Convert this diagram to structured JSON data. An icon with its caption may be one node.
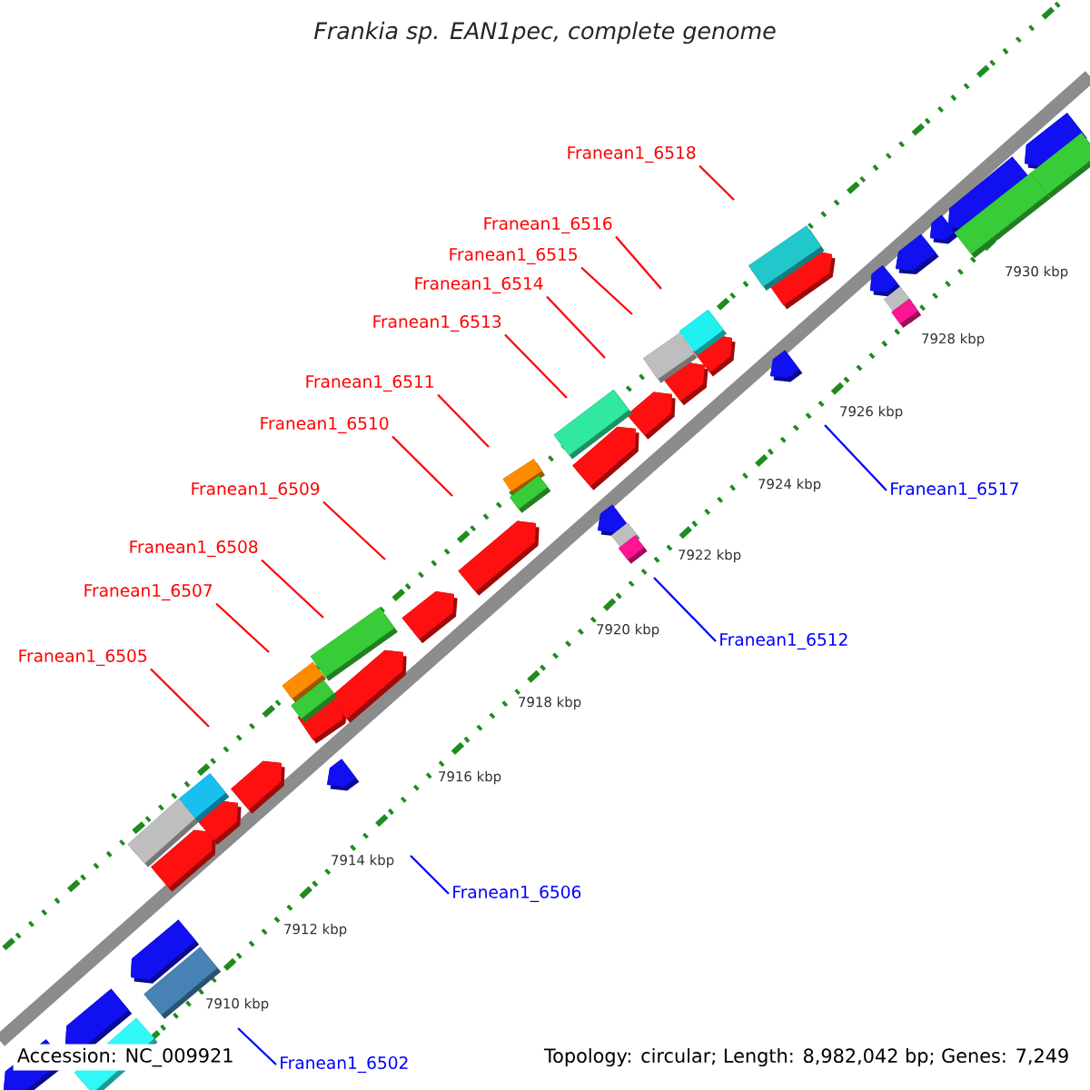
{
  "diagram": {
    "title": "Frankia sp. EAN1pec, complete genome",
    "nodes": [
      {
        "text": [
          "Franean1_6518"
        ]
      },
      {
        "text": [
          "Franean1_6516"
        ]
      },
      {
        "text": [
          "Franean1_6515"
        ]
      },
      {
        "text": [
          "Franean1_6514"
        ]
      },
      {
        "text": [
          "Franean1_6513"
        ]
      },
      {
        "text": [
          "Franean1_6511"
        ]
      },
      {
        "text": [
          "Franean1_6510"
        ]
      },
      {
        "text": [
          "Franean1_6509"
        ]
      },
      {
        "text": [
          "Franean1_6517"
        ]
      },
      {
        "text": [
          "Franean1_6508"
        ]
      },
      {
        "text": [
          "Franean1_6507"
        ]
      },
      {
        "text": [
          "Franean1_6512"
        ]
      },
      {
        "text": [
          "Franean1_6505"
        ]
      },
      {
        "text": [
          "Franean1_6506"
        ]
      },
      {
        "text": [
          "Franean1_6502"
        ]
      }
    ],
    "edges": [
      {
        "from": 0,
        "to": null,
        "arrow": "none"
      },
      {
        "from": 1,
        "to": null,
        "arrow": "none"
      },
      {
        "from": 2,
        "to": null,
        "arrow": "none"
      },
      {
        "from": 3,
        "to": null,
        "arrow": "none"
      },
      {
        "from": 4,
        "to": null,
        "arrow": "none"
      },
      {
        "from": 5,
        "to": null,
        "arrow": "none"
      },
      {
        "from": 6,
        "to": null,
        "arrow": "none"
      },
      {
        "from": 7,
        "to": null,
        "arrow": "none"
      },
      {
        "from": 8,
        "to": null,
        "arrow": "none",
        "color": "#0000ff"
      },
      {
        "from": 9,
        "to": null,
        "arrow": "none"
      },
      {
        "from": 10,
        "to": null,
        "arrow": "none"
      },
      {
        "from": 11,
        "to": null,
        "arrow": "none",
        "color": "#0000ff"
      },
      {
        "from": 12,
        "to": null,
        "arrow": "none"
      },
      {
        "from": 13,
        "to": null,
        "arrow": "none",
        "color": "#0000ff"
      },
      {
        "from": 14,
        "to": null,
        "arrow": "none",
        "color": "#0000ff"
      }
    ],
    "labels": [
      "7930 kbp",
      "7928 kbp",
      "7926 kbp",
      "7924 kbp",
      "7922 kbp",
      "7920 kbp",
      "7918 kbp",
      "7916 kbp",
      "7914 kbp",
      "7912 kbp",
      "7910 kbp",
      "Accession: NC_009921",
      "Topology: circular; Length: 8,982,042 bp; Genes: 7,249"
    ]
  }
}
